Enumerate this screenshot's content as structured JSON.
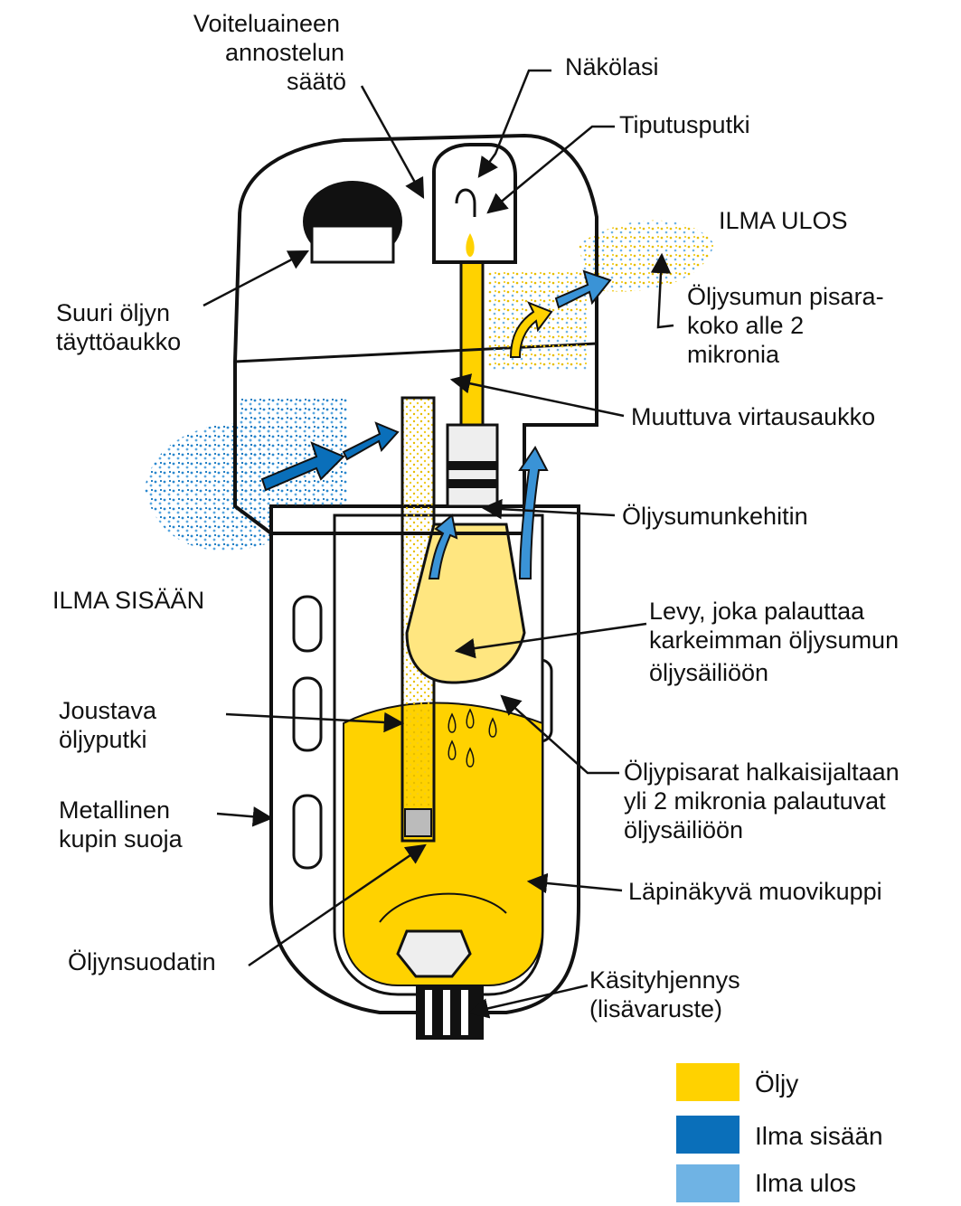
{
  "labels": {
    "adjust": [
      "Voiteluaineen",
      "annostelun",
      "säätö"
    ],
    "sightglass": "Näkölasi",
    "droptube": "Tiputusputki",
    "air_out": "ILMA ULOS",
    "mist_size": [
      "Öljysumun pisara-",
      "koko alle 2",
      "mikronia"
    ],
    "fill_port": [
      "Suuri öljyn",
      "täyttöaukko"
    ],
    "orifice": "Muuttuva virtausaukko",
    "generator": "Öljysumunkehitin",
    "air_in": "ILMA SISÄÄN",
    "baffle": [
      "Levy, joka  palauttaa",
      "karkeimman öljysumun",
      "öljysäiliöön"
    ],
    "oil_tube": [
      "Joustava",
      "öljyputki"
    ],
    "droplets": [
      "Öljypisarat halkaisijaltaan",
      "yli 2 mikronia palautuvat",
      "öljysäiliöön"
    ],
    "guard": [
      "Metallinen",
      "kupin suoja"
    ],
    "bowl": "Läpinäkyvä muovikuppi",
    "filter": "Öljynsuodatin",
    "drain": [
      "Käsityhjennys",
      "(lisävaruste)"
    ]
  },
  "legend": [
    {
      "label": "Öljy",
      "color": "#ffd200"
    },
    {
      "label": "Ilma sisään",
      "color": "#0a6fba"
    },
    {
      "label": "Ilma ulos",
      "color": "#6fb3e4"
    }
  ],
  "colors": {
    "oil": "#ffd200",
    "air_in": "#0a6fba",
    "air_out": "#6fb3e4",
    "outline": "#111111"
  }
}
